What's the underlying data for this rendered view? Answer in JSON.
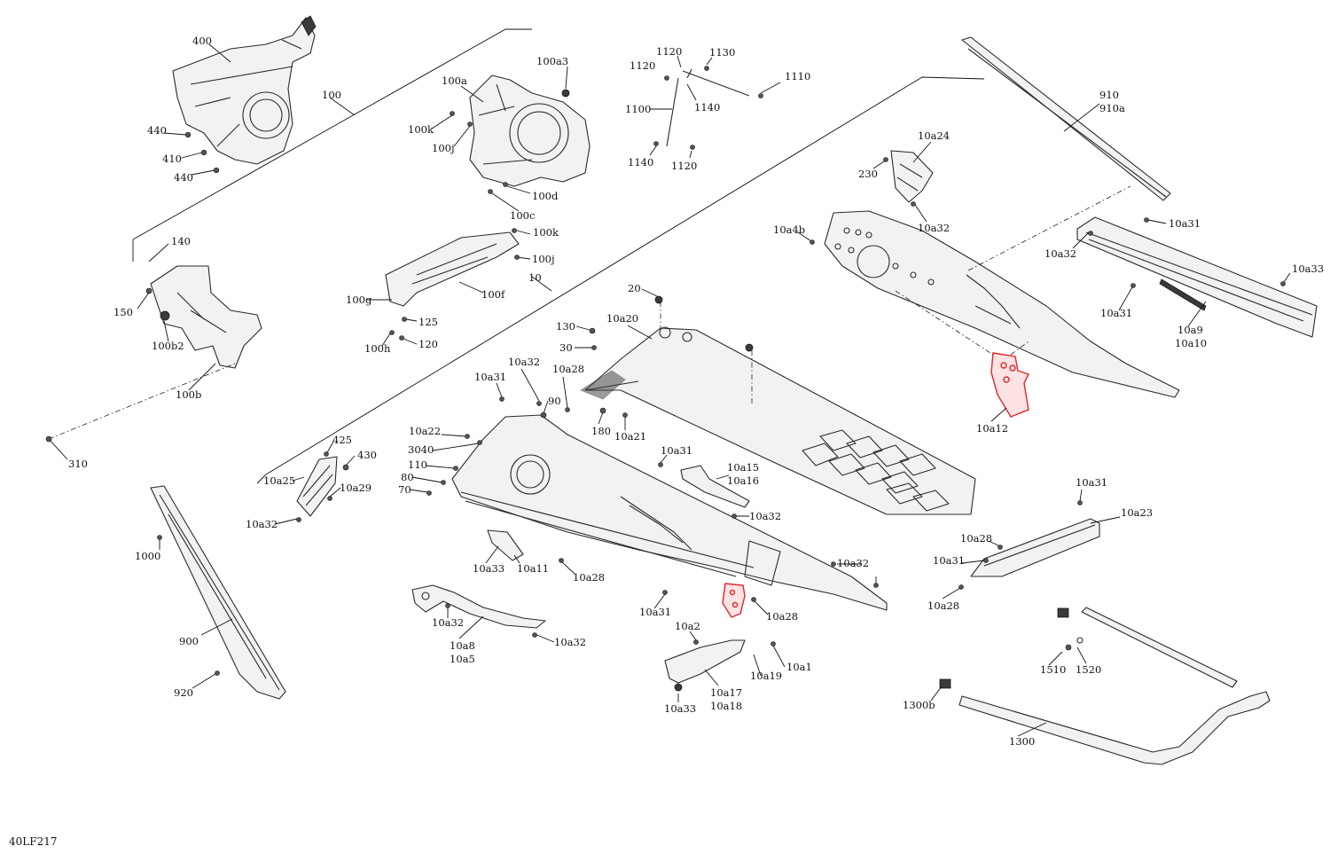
{
  "drawing_code": "40LF217",
  "highlight_color": "#e3242b",
  "labels": {
    "l400": "400",
    "l100": "100",
    "l440a": "440",
    "l410": "410",
    "l440b": "440",
    "l100a3": "100a3",
    "l100a": "100a",
    "l100k_top": "100k",
    "l100j_top": "100j",
    "l100d": "100d",
    "l100c": "100c",
    "l1120a": "1120",
    "l1130": "1130",
    "l1120b": "1120",
    "l1110": "1110",
    "l1140a": "1140",
    "l1100": "1100",
    "l1140b": "1140",
    "l1120c": "1120",
    "l910": "910",
    "l910a": "910a",
    "l10a24": "10a24",
    "l230": "230",
    "l10a32_top": "10a32",
    "l10a4b": "10a4b",
    "l10a31_tr": "10a31",
    "l10a32_tr": "10a32",
    "l10a33_tr": "10a33",
    "l10a31_tr2": "10a31",
    "l10a9": "10a9",
    "l10a10": "10a10",
    "l10a12": "10a12",
    "l140": "140",
    "l150": "150",
    "l100b2": "100b2",
    "l100b": "100b",
    "l310": "310",
    "l100k_mid": "100k",
    "l100j_mid": "100j",
    "l100f": "100f",
    "l10": "10",
    "l100g": "100g",
    "l125": "125",
    "l100h": "100h",
    "l120": "120",
    "l20": "20",
    "l130": "130",
    "l10a20": "10a20",
    "l30": "30",
    "l10a28_a": "10a28",
    "l10a32_b": "10a32",
    "l10a31_b": "10a31",
    "l90": "90",
    "l180": "180",
    "l10a21": "10a21",
    "l10a22": "10a22",
    "l3040": "3040",
    "l110": "110",
    "l80": "80",
    "l70": "70",
    "l425": "425",
    "l430": "430",
    "l10a25": "10a25",
    "l10a29": "10a29",
    "l10a32_c": "10a32",
    "l10a31_c": "10a31",
    "l10a15": "10a15",
    "l10a16": "10a16",
    "l10a32_d": "10a32",
    "l1000": "1000",
    "l900": "900",
    "l920": "920",
    "l10a33_b": "10a33",
    "l10a11": "10a11",
    "l10a28_b": "10a28",
    "l10a32_e": "10a32",
    "l10a31_d": "10a31",
    "l10a28_c": "10a28",
    "l10a32_f": "10a32",
    "l10a8": "10a8",
    "l10a5": "10a5",
    "l10a32_g": "10a32",
    "l10a2": "10a2",
    "l10a1": "10a1",
    "l10a19": "10a19",
    "l10a17": "10a17",
    "l10a18": "10a18",
    "l10a33_c": "10a33",
    "l10a31_e": "10a31",
    "l10a23": "10a23",
    "l10a28_d": "10a28",
    "l10a31_f": "10a31",
    "l10a28_e": "10a28",
    "l1510": "1510",
    "l1520": "1520",
    "l1300b": "1300b",
    "l1300": "1300"
  }
}
